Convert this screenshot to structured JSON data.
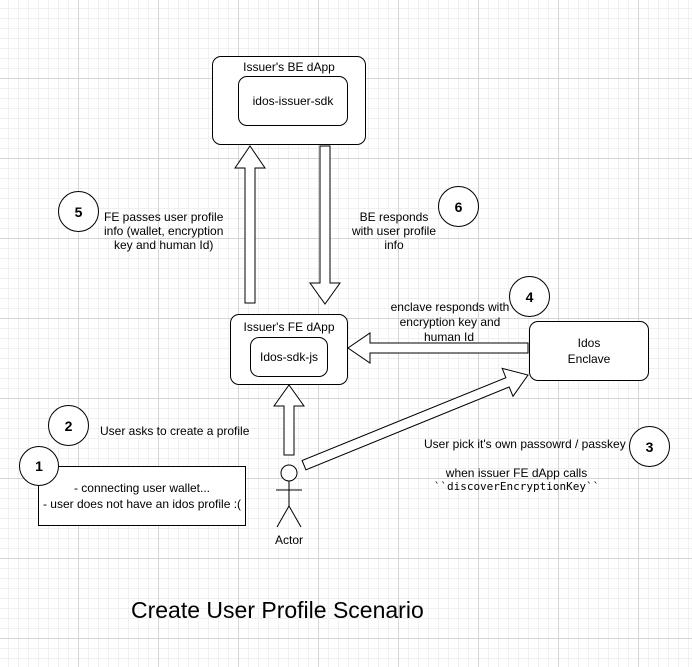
{
  "diagram": {
    "title": "Create User Profile Scenario",
    "issuer_be": {
      "title": "Issuer's BE dApp",
      "inner": "idos-issuer-sdk"
    },
    "issuer_fe": {
      "title": "Issuer's FE dApp",
      "inner": "Idos-sdk-js"
    },
    "enclave": {
      "line1": "Idos",
      "line2": "Enclave"
    },
    "actor": {
      "label": "Actor"
    },
    "note": {
      "line1": "- connecting user wallet...",
      "line2": "- user does not have an idos profile :("
    },
    "steps": [
      {
        "number": "1"
      },
      {
        "number": "2",
        "text": "User asks to create a profile"
      },
      {
        "number": "3",
        "line1": "User pick it's own passowrd / passkey",
        "line2": "when issuer FE dApp calls",
        "line3": "``discoverEncryptionKey``"
      },
      {
        "number": "4",
        "line1": "enclave responds with",
        "line2": "encryption key and",
        "line3": "human Id"
      },
      {
        "number": "5",
        "line1": "FE passes user profile",
        "line2": "info (wallet, encryption",
        "line3": "key and human Id)"
      },
      {
        "number": "6",
        "line1": "BE responds",
        "line2": "with user profile",
        "line3": "info"
      }
    ]
  }
}
